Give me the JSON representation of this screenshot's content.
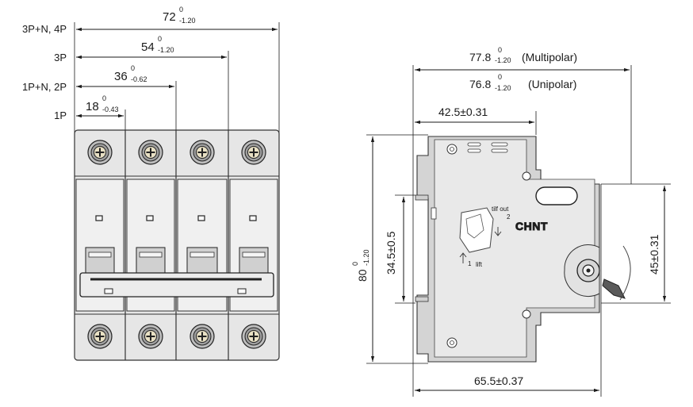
{
  "front_view": {
    "pole_labels": [
      "3P+N, 4P",
      "3P",
      "1P+N, 2P",
      "1P"
    ],
    "widths": [
      {
        "nom": "72",
        "up": "0",
        "low": "-1.20"
      },
      {
        "nom": "54",
        "up": "0",
        "low": "-1.20"
      },
      {
        "nom": "36",
        "up": "0",
        "low": "-0.62"
      },
      {
        "nom": "18",
        "up": "0",
        "low": "-0.43"
      }
    ]
  },
  "side_view": {
    "depth_multi": {
      "nom": "77.8",
      "up": "0",
      "low": "-1.20",
      "note": "(Multipolar)"
    },
    "depth_uni": {
      "nom": "76.8",
      "up": "0",
      "low": "-1.20",
      "note": "(Unipolar)"
    },
    "depth_rail": "42.5±0.31",
    "depth_bottom": "65.5±0.37",
    "height": {
      "nom": "80",
      "up": "0",
      "low": "-1.20"
    },
    "rail_height": "34.5±0.5",
    "face_height": "45±0.31",
    "brand": "CHNT",
    "label_tilf_out": "tilf out",
    "label_2": "2",
    "label_1": "1",
    "label_lift": "lift"
  }
}
